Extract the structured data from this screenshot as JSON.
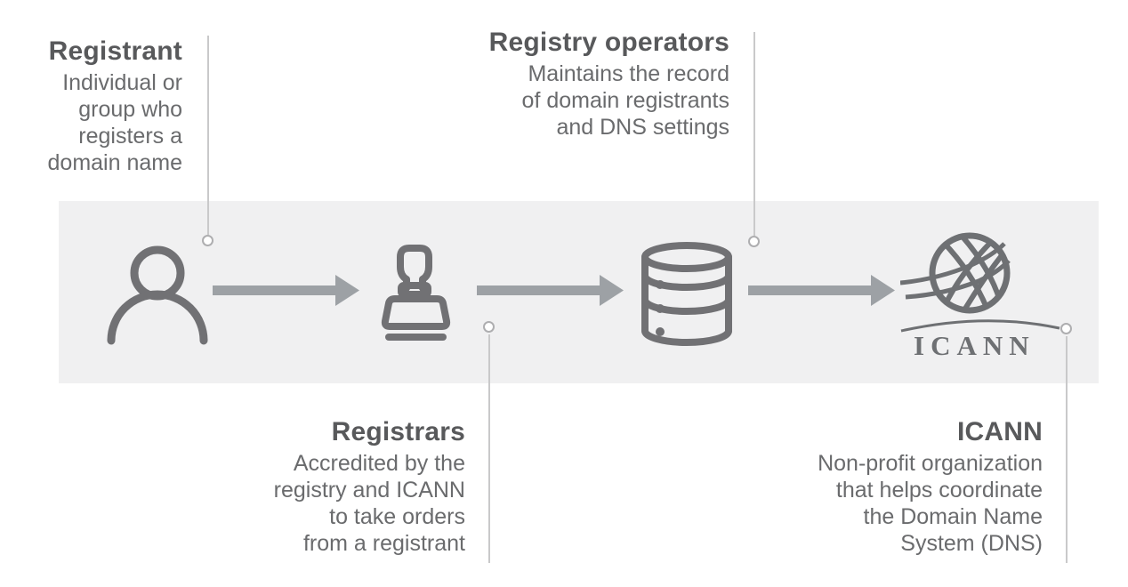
{
  "colors": {
    "band_background": "#f0f0f1",
    "icon_stroke": "#717174",
    "logo_gray": "#6e7073",
    "arrow_fill": "#9da1a5",
    "heading_text": "#58595b",
    "body_text": "#6a6b6d",
    "connector_line": "#c9c9ca",
    "connector_dot_border": "#aeaeb0"
  },
  "nodes": [
    {
      "id": "registrant",
      "icon": "person-icon",
      "callout_position": "top",
      "title": "Registrant",
      "description": "Individual or\ngroup who\nregisters a\ndomain name"
    },
    {
      "id": "registrars",
      "icon": "stamp-icon",
      "callout_position": "bottom",
      "title": "Registrars",
      "description": "Accredited by the\nregistry and ICANN\nto take orders\nfrom a registrant"
    },
    {
      "id": "registry-operators",
      "icon": "database-icon",
      "callout_position": "top",
      "title": "Registry operators",
      "description": "Maintains the record\nof domain registrants\nand DNS settings"
    },
    {
      "id": "icann",
      "icon": "icann-globe-icon",
      "callout_position": "bottom",
      "title": "ICANN",
      "description": "Non-profit organization\nthat helps coordinate\nthe Domain Name\nSystem (DNS)"
    }
  ],
  "icann_logo": {
    "wordmark": "ICANN"
  }
}
